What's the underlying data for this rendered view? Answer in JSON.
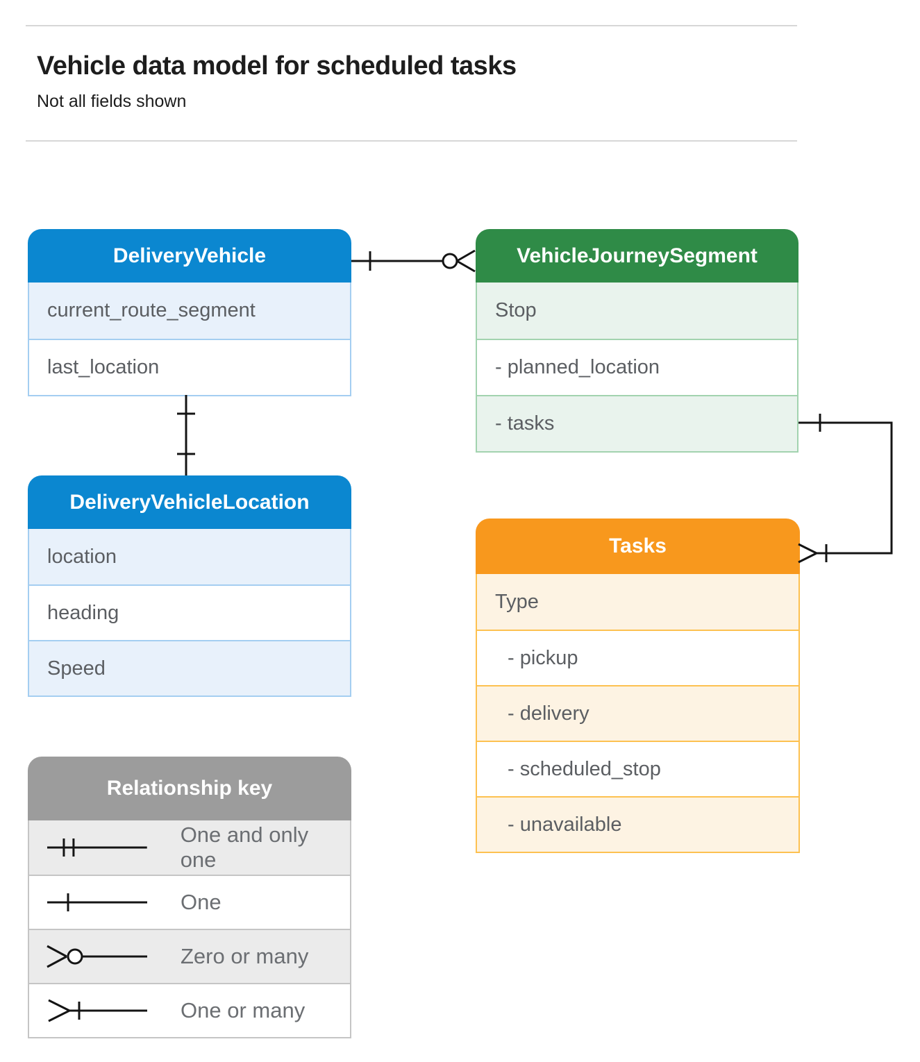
{
  "header": {
    "title": "Vehicle data model for scheduled tasks",
    "subtitle": "Not all fields shown"
  },
  "colors": {
    "blue": {
      "header": "#0b87d0",
      "tint": "#e8f1fb",
      "border": "#a4cef1"
    },
    "green": {
      "header": "#2f8b47",
      "tint": "#e9f3ed",
      "border": "#a2d3af"
    },
    "orange": {
      "header": "#f8981d",
      "tint": "#fdf3e3",
      "border": "#fdc150"
    },
    "gray": {
      "header": "#9c9c9c",
      "tint": "#ebebeb",
      "border": "#c5c5c5"
    },
    "header_text": "#ffffff",
    "row_text": "#5b5e62",
    "key_label_text": "#6b6e72",
    "line": "#141414"
  },
  "tables": [
    {
      "id": "delivery-vehicle",
      "title": "DeliveryVehicle",
      "theme": "blue",
      "rows": [
        {
          "label": "current_route_segment"
        },
        {
          "label": "last_location"
        }
      ]
    },
    {
      "id": "vehicle-journey-segment",
      "title": "VehicleJourneySegment",
      "theme": "green",
      "rows": [
        {
          "label": "Stop"
        },
        {
          "label": "- planned_location"
        },
        {
          "label": "- tasks"
        }
      ]
    },
    {
      "id": "delivery-vehicle-location",
      "title": "DeliveryVehicleLocation",
      "theme": "blue",
      "rows": [
        {
          "label": "location"
        },
        {
          "label": "heading"
        },
        {
          "label": "Speed"
        }
      ]
    },
    {
      "id": "tasks",
      "title": "Tasks",
      "theme": "orange",
      "rows": [
        {
          "label": "Type"
        },
        {
          "label": "- pickup",
          "indent": true
        },
        {
          "label": "- delivery",
          "indent": true
        },
        {
          "label": "- scheduled_stop",
          "indent": true
        },
        {
          "label": "- unavailable",
          "indent": true
        }
      ]
    },
    {
      "id": "relationship-key",
      "title": "Relationship key",
      "theme": "gray",
      "rows": [
        {
          "label": "One and only one",
          "symbol": "one-and-only-one"
        },
        {
          "label": "One",
          "symbol": "one"
        },
        {
          "label": "Zero or many",
          "symbol": "zero-or-many"
        },
        {
          "label": "One or many",
          "symbol": "one-or-many"
        }
      ]
    }
  ],
  "relationships": [
    {
      "from": "DeliveryVehicle",
      "to": "VehicleJourneySegment",
      "from_cardinality": "one",
      "to_cardinality": "zero-or-many"
    },
    {
      "from": "DeliveryVehicle",
      "to": "DeliveryVehicleLocation",
      "from_cardinality": "one",
      "to_cardinality": "one"
    },
    {
      "from": "VehicleJourneySegment.tasks",
      "to": "Tasks",
      "from_cardinality": "one",
      "to_cardinality": "one-or-many"
    }
  ]
}
